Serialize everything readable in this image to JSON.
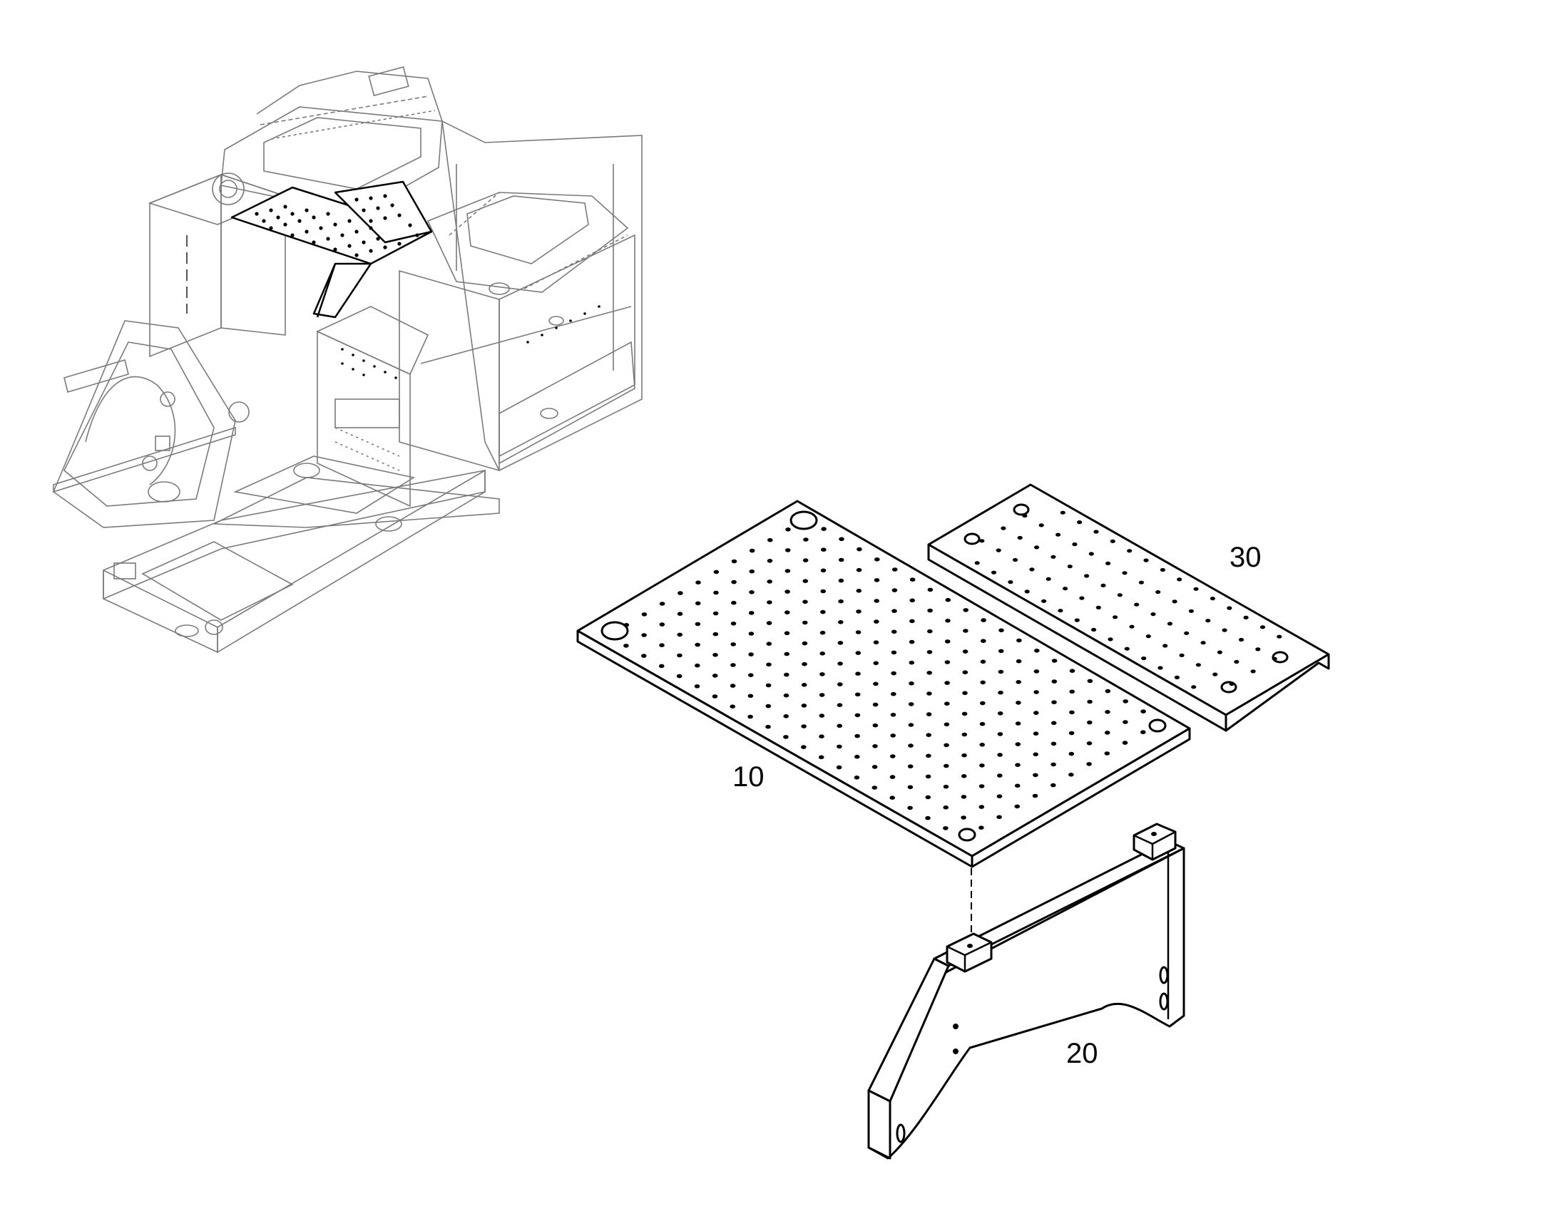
{
  "callouts": {
    "grating": "10",
    "bracket": "20",
    "step_plate": "30"
  },
  "colors": {
    "line": "#000000",
    "context_line": "#7a7a7a",
    "background": "#ffffff"
  },
  "icons": {
    "overview": "machine-frame-overview-icon",
    "grating": "perforated-grating-plate-icon",
    "step_plate": "perforated-step-plate-icon",
    "bracket": "support-bracket-icon"
  }
}
